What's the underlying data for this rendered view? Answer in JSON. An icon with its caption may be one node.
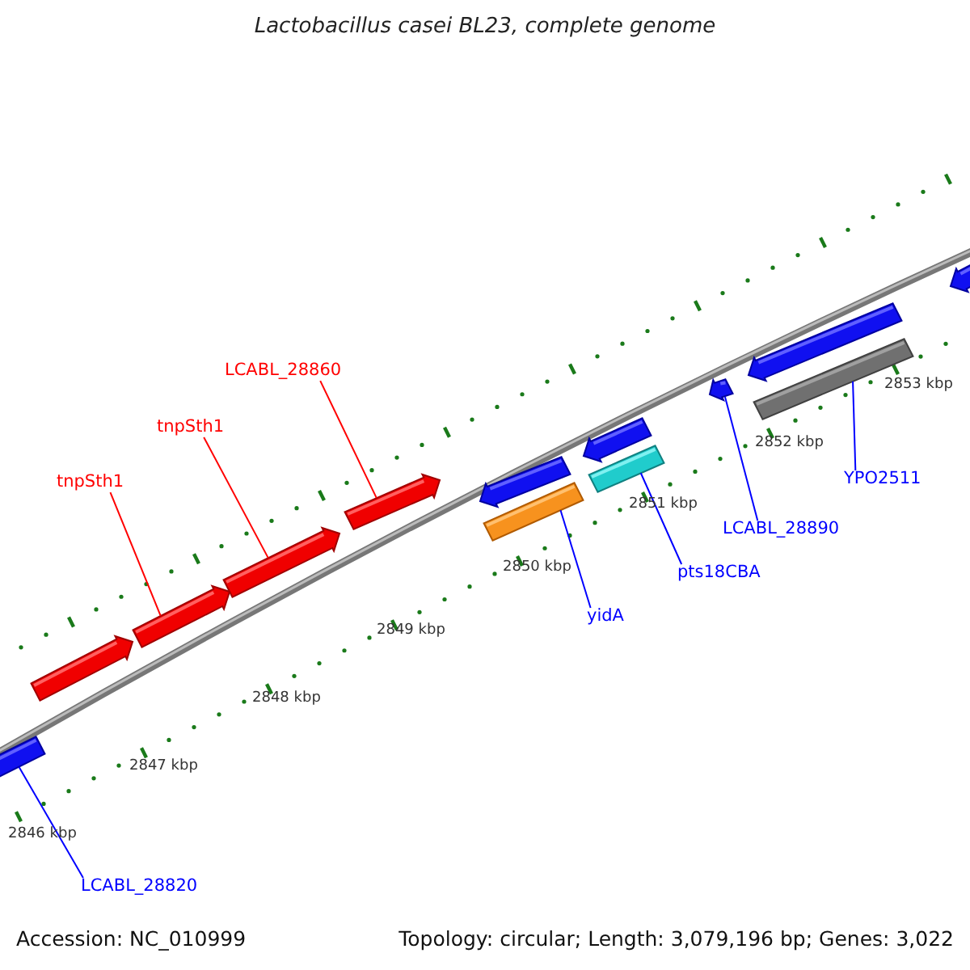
{
  "diagram": {
    "title": "Lactobacillus casei BL23, complete genome",
    "nodes": [
      {
        "text": [
          "LCABL_28860"
        ]
      },
      {
        "text": [
          "tnpSth1"
        ]
      },
      {
        "text": [
          "tnpSth1"
        ]
      },
      {
        "text": [
          "YPO2511"
        ]
      },
      {
        "text": [
          "LCABL_28890"
        ]
      },
      {
        "text": [
          "pts18CBA"
        ]
      },
      {
        "text": [
          "yidA"
        ]
      },
      {
        "text": [
          "LCABL_28820"
        ]
      },
      {
        "text": [],
        "shape": "arrow"
      },
      {
        "text": [],
        "shape": "arrow"
      },
      {
        "text": [],
        "shape": "arrow"
      },
      {
        "text": [],
        "shape": "arrow"
      },
      {
        "text": [],
        "shape": "arrow"
      },
      {
        "text": [],
        "shape": "arrow"
      },
      {
        "text": [],
        "shape": "bar"
      },
      {
        "text": [],
        "shape": "arrow"
      },
      {
        "text": [],
        "shape": "bar"
      },
      {
        "text": [],
        "shape": "arrow"
      },
      {
        "text": [],
        "shape": "arrow"
      },
      {
        "text": [],
        "shape": "bar"
      },
      {
        "text": [],
        "shape": "arrow"
      }
    ],
    "edges": [
      {
        "from": 0,
        "to": 12,
        "arrow": "none",
        "color": "#ff0000"
      },
      {
        "from": 1,
        "to": 11,
        "arrow": "none",
        "color": "#ff0000"
      },
      {
        "from": 2,
        "to": 10,
        "arrow": "none",
        "color": "#ff0000"
      },
      {
        "from": 3,
        "to": 19,
        "arrow": "none"
      },
      {
        "from": 4,
        "to": 17,
        "arrow": "none"
      },
      {
        "from": 5,
        "to": 16,
        "arrow": "none"
      },
      {
        "from": 6,
        "to": 14,
        "arrow": "none"
      },
      {
        "from": 7,
        "to": 8,
        "arrow": "none"
      }
    ],
    "labels": [
      "2853 kbp",
      "2852 kbp",
      "2851 kbp",
      "2850 kbp",
      "2849 kbp",
      "2848 kbp",
      "2847 kbp",
      "2846 kbp",
      "Accession: NC_010999",
      "Topology: circular; Length: 3,079,196 bp; Genes: 3,022"
    ]
  }
}
